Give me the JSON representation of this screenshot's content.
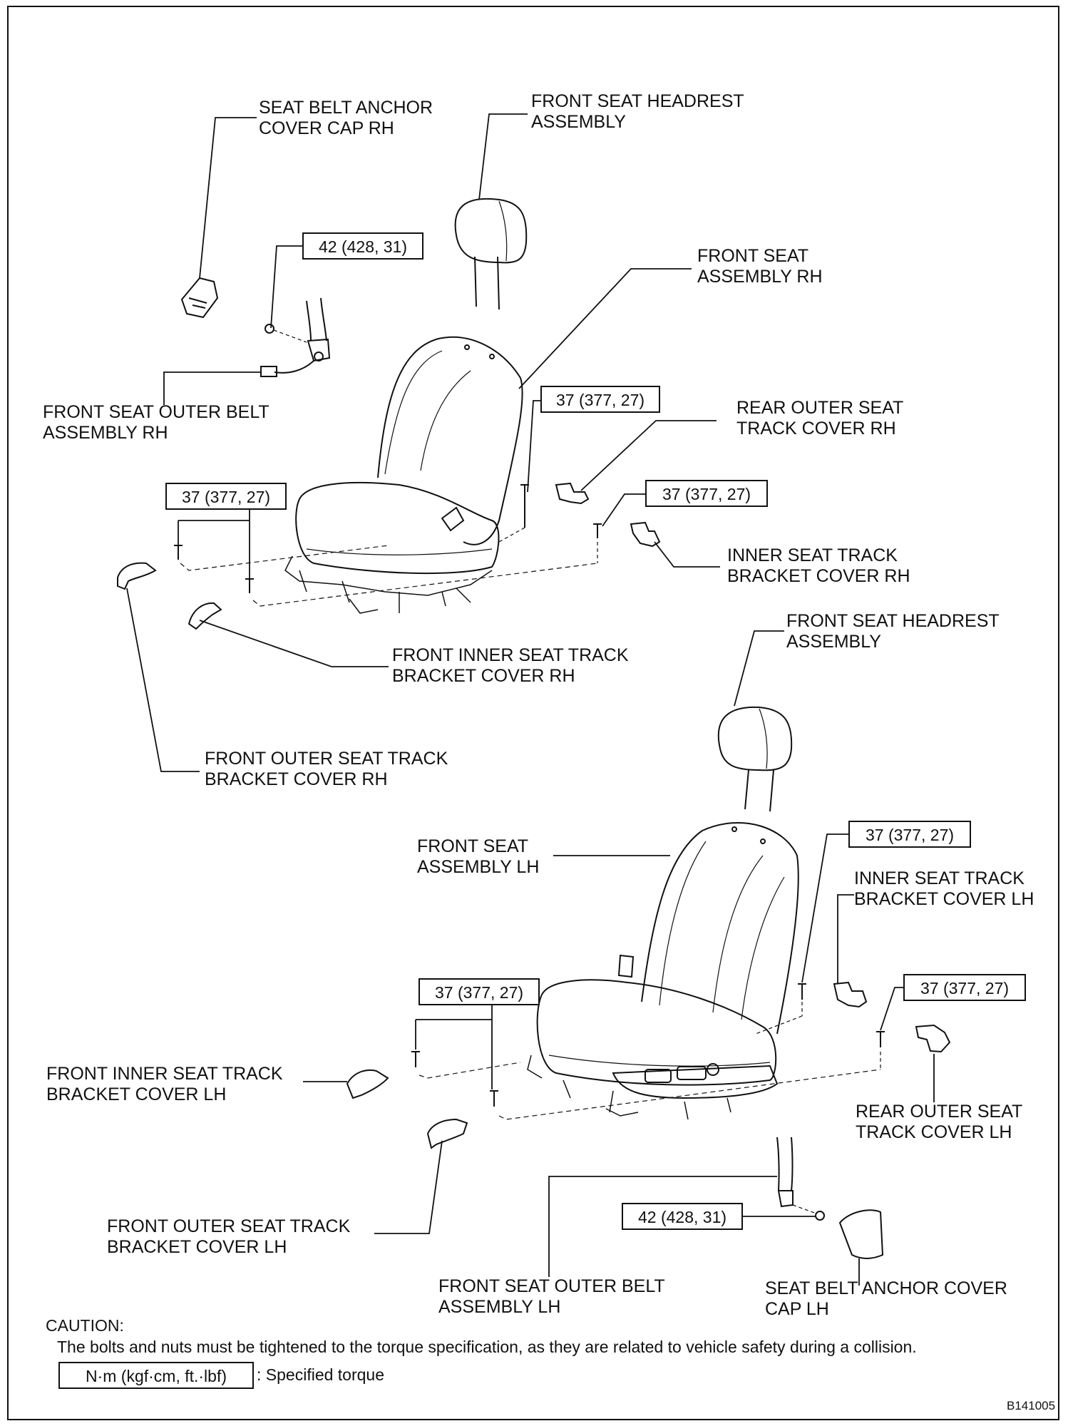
{
  "labels": {
    "anchor_cap_rh": "SEAT BELT ANCHOR\nCOVER CAP RH",
    "headrest_rh": "FRONT SEAT HEADREST\nASSEMBLY",
    "seat_rh": "FRONT SEAT\nASSEMBLY RH",
    "outer_belt_rh": "FRONT SEAT OUTER BELT\nASSEMBLY RH",
    "rear_outer_cover_rh": "REAR OUTER SEAT\nTRACK COVER RH",
    "inner_bracket_cover_rh": "INNER SEAT TRACK\nBRACKET COVER RH",
    "front_inner_bracket_cover_rh": "FRONT INNER SEAT TRACK\nBRACKET COVER RH",
    "front_outer_bracket_cover_rh": "FRONT OUTER SEAT TRACK\nBRACKET COVER RH",
    "headrest_lh": "FRONT SEAT HEADREST\nASSEMBLY",
    "seat_lh": "FRONT SEAT\nASSEMBLY LH",
    "inner_bracket_cover_lh": "INNER SEAT TRACK\nBRACKET COVER LH",
    "front_inner_bracket_cover_lh": "FRONT INNER SEAT TRACK\nBRACKET COVER LH",
    "rear_outer_cover_lh": "REAR OUTER SEAT\nTRACK COVER LH",
    "front_outer_bracket_cover_lh": "FRONT OUTER SEAT TRACK\nBRACKET COVER LH",
    "outer_belt_lh": "FRONT SEAT OUTER BELT\nASSEMBLY LH",
    "anchor_cap_lh": "SEAT BELT ANCHOR COVER\nCAP LH"
  },
  "torques": {
    "anchor_bolt_rh": "42 (428, 31)",
    "rear_inner_rh": "37 (377, 27)",
    "front_rh": "37 (377, 27)",
    "rear_outer_rh": "37 (377, 27)",
    "rear_lh_top": "37 (377, 27)",
    "front_lh": "37 (377, 27)",
    "rear_lh_bottom": "37 (377, 27)",
    "anchor_bolt_lh": "42 (428, 31)"
  },
  "caution": {
    "heading": "CAUTION:",
    "text": "The bolts and nuts must be tightened to the torque specification, as they are related to vehicle safety during a collision.",
    "legend_box": "N·m (kgf·cm, ft.·lbf)",
    "legend_text": ": Specified torque"
  },
  "figure_code": "B141005"
}
